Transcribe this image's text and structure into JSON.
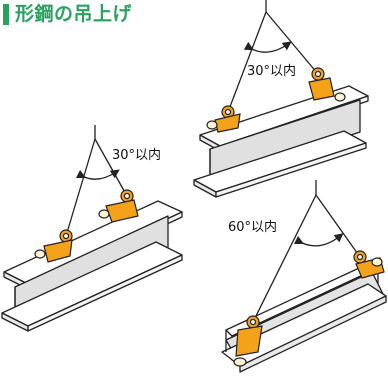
{
  "title": "形鋼の吊上げ",
  "colors": {
    "accent": "#2aa25f",
    "clamp": "#f4a21a",
    "beam_top": "#ffffff",
    "beam_side": "#e9e9e9",
    "outline": "#222222"
  },
  "diagrams": [
    {
      "angle_label": "30°以内"
    },
    {
      "angle_label": "30°以内"
    },
    {
      "angle_label": "60°以内"
    }
  ]
}
